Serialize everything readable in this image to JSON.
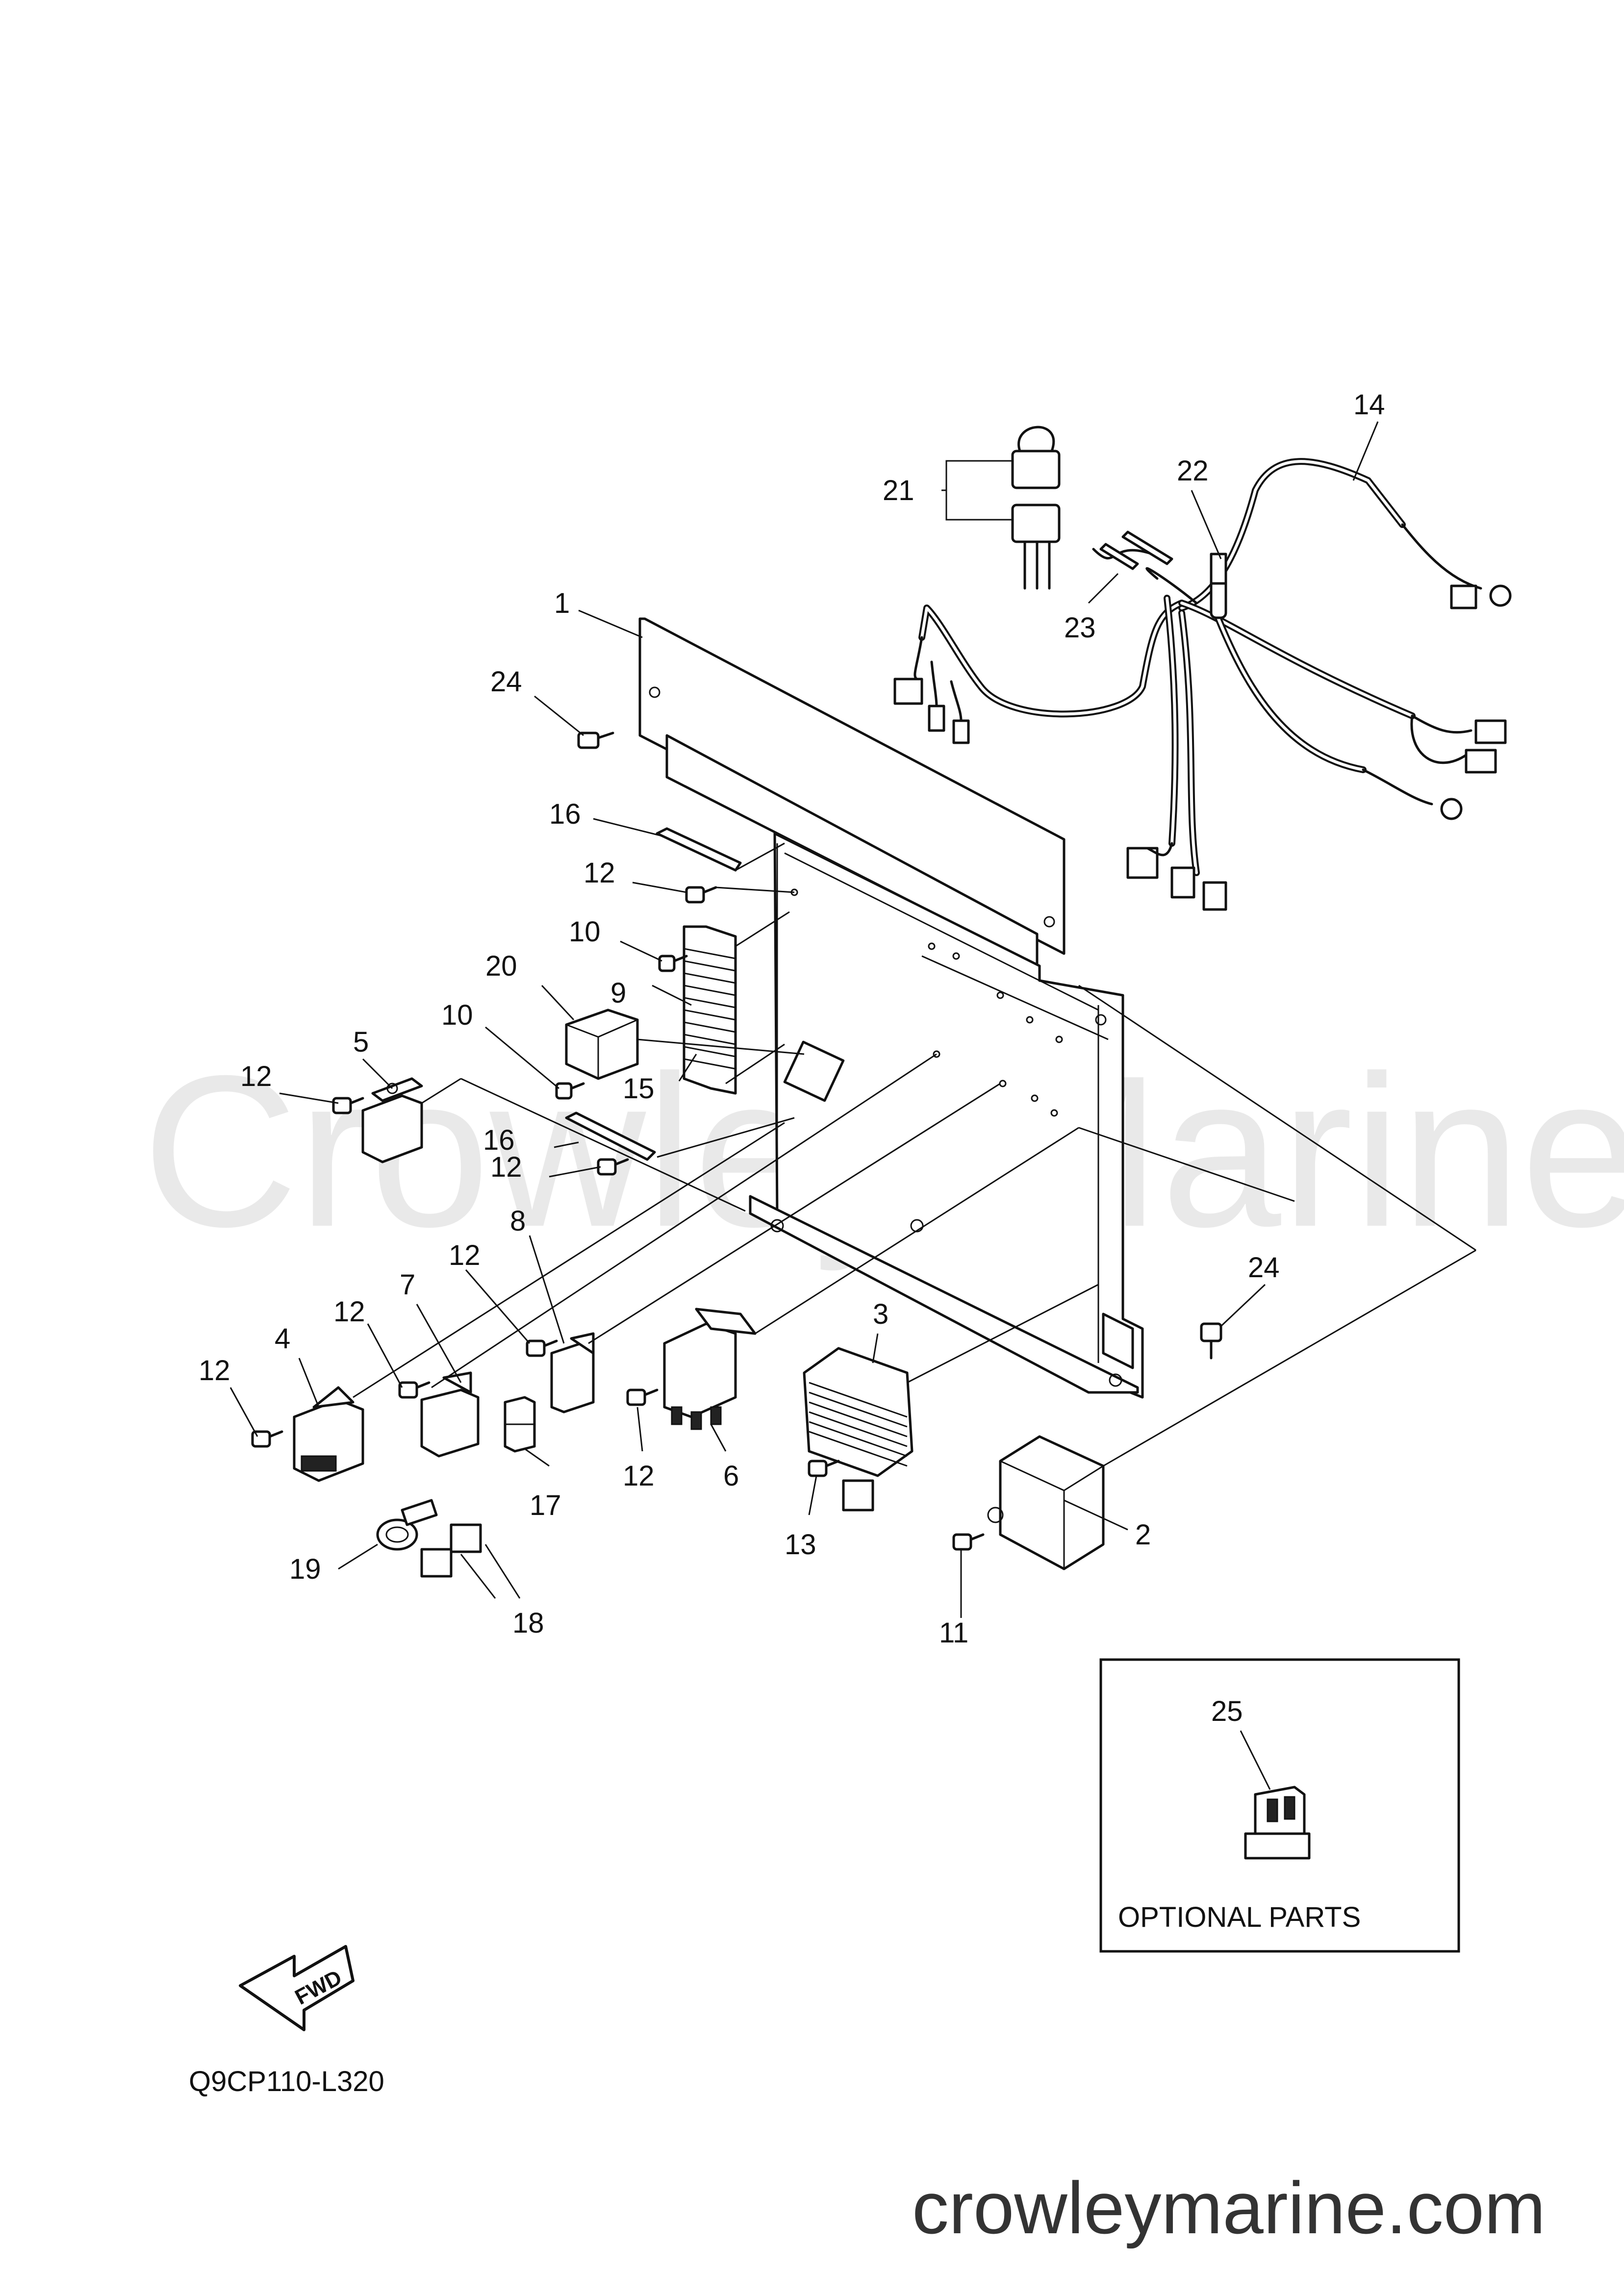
{
  "diagram": {
    "watermark": "Crowley Marine",
    "website": "crowleymarine.com",
    "drawing_code": "Q9CP110-L320",
    "fwd_label": "FWD",
    "optional_box_label": "OPTIONAL PARTS",
    "callouts": [
      "1",
      "2",
      "3",
      "4",
      "5",
      "6",
      "7",
      "8",
      "9",
      "10",
      "10",
      "11",
      "12",
      "12",
      "12",
      "12",
      "12",
      "12",
      "12",
      "13",
      "14",
      "15",
      "16",
      "16",
      "17",
      "18",
      "19",
      "20",
      "21",
      "22",
      "23",
      "24",
      "24",
      "25"
    ]
  },
  "colors": {
    "line": "#111111",
    "watermark": "#e9e9e9",
    "background": "#ffffff"
  },
  "icons": [
    "fwd-arrow-icon"
  ]
}
